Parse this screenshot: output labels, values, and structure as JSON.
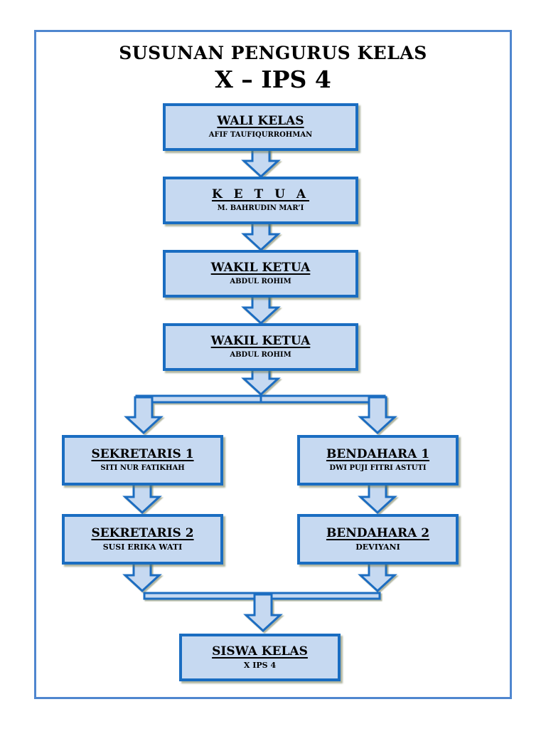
{
  "document": {
    "title": "SUSUNAN PENGURUS KELAS",
    "subtitle": "X – IPS 4"
  },
  "colors": {
    "box_fill": "#c6d9f1",
    "box_border": "#1a6dc1",
    "page_border": "#4f86cf"
  },
  "chart": {
    "nodes": [
      {
        "id": "wali-kelas",
        "role": "WALI KELAS",
        "name": "AFIF TAUFIQURROHMAN"
      },
      {
        "id": "ketua",
        "role": "K E T U A",
        "name": "M. BAHRUDIN MAR’I"
      },
      {
        "id": "wakil-ketua-1",
        "role": "WAKIL KETUA",
        "name": "ABDUL ROHIM"
      },
      {
        "id": "wakil-ketua-2",
        "role": "WAKIL KETUA",
        "name": "ABDUL ROHIM"
      },
      {
        "id": "sekretaris-1",
        "role": "SEKRETARIS 1",
        "name": "SITI NUR FATIKHAH"
      },
      {
        "id": "bendahara-1",
        "role": "BENDAHARA 1",
        "name": "DWI PUJI FITRI ASTUTI"
      },
      {
        "id": "sekretaris-2",
        "role": "SEKRETARIS 2",
        "name": "SUSI ERIKA WATI"
      },
      {
        "id": "bendahara-2",
        "role": "BENDAHARA 2",
        "name": "DEVIYANI"
      },
      {
        "id": "siswa-kelas",
        "role": "SISWA KELAS",
        "name": "X IPS 4"
      }
    ],
    "edges": [
      [
        "wali-kelas",
        "ketua"
      ],
      [
        "ketua",
        "wakil-ketua-1"
      ],
      [
        "wakil-ketua-1",
        "wakil-ketua-2"
      ],
      [
        "wakil-ketua-2",
        "sekretaris-1"
      ],
      [
        "wakil-ketua-2",
        "bendahara-1"
      ],
      [
        "sekretaris-1",
        "sekretaris-2"
      ],
      [
        "bendahara-1",
        "bendahara-2"
      ],
      [
        "sekretaris-2",
        "siswa-kelas"
      ],
      [
        "bendahara-2",
        "siswa-kelas"
      ]
    ]
  }
}
